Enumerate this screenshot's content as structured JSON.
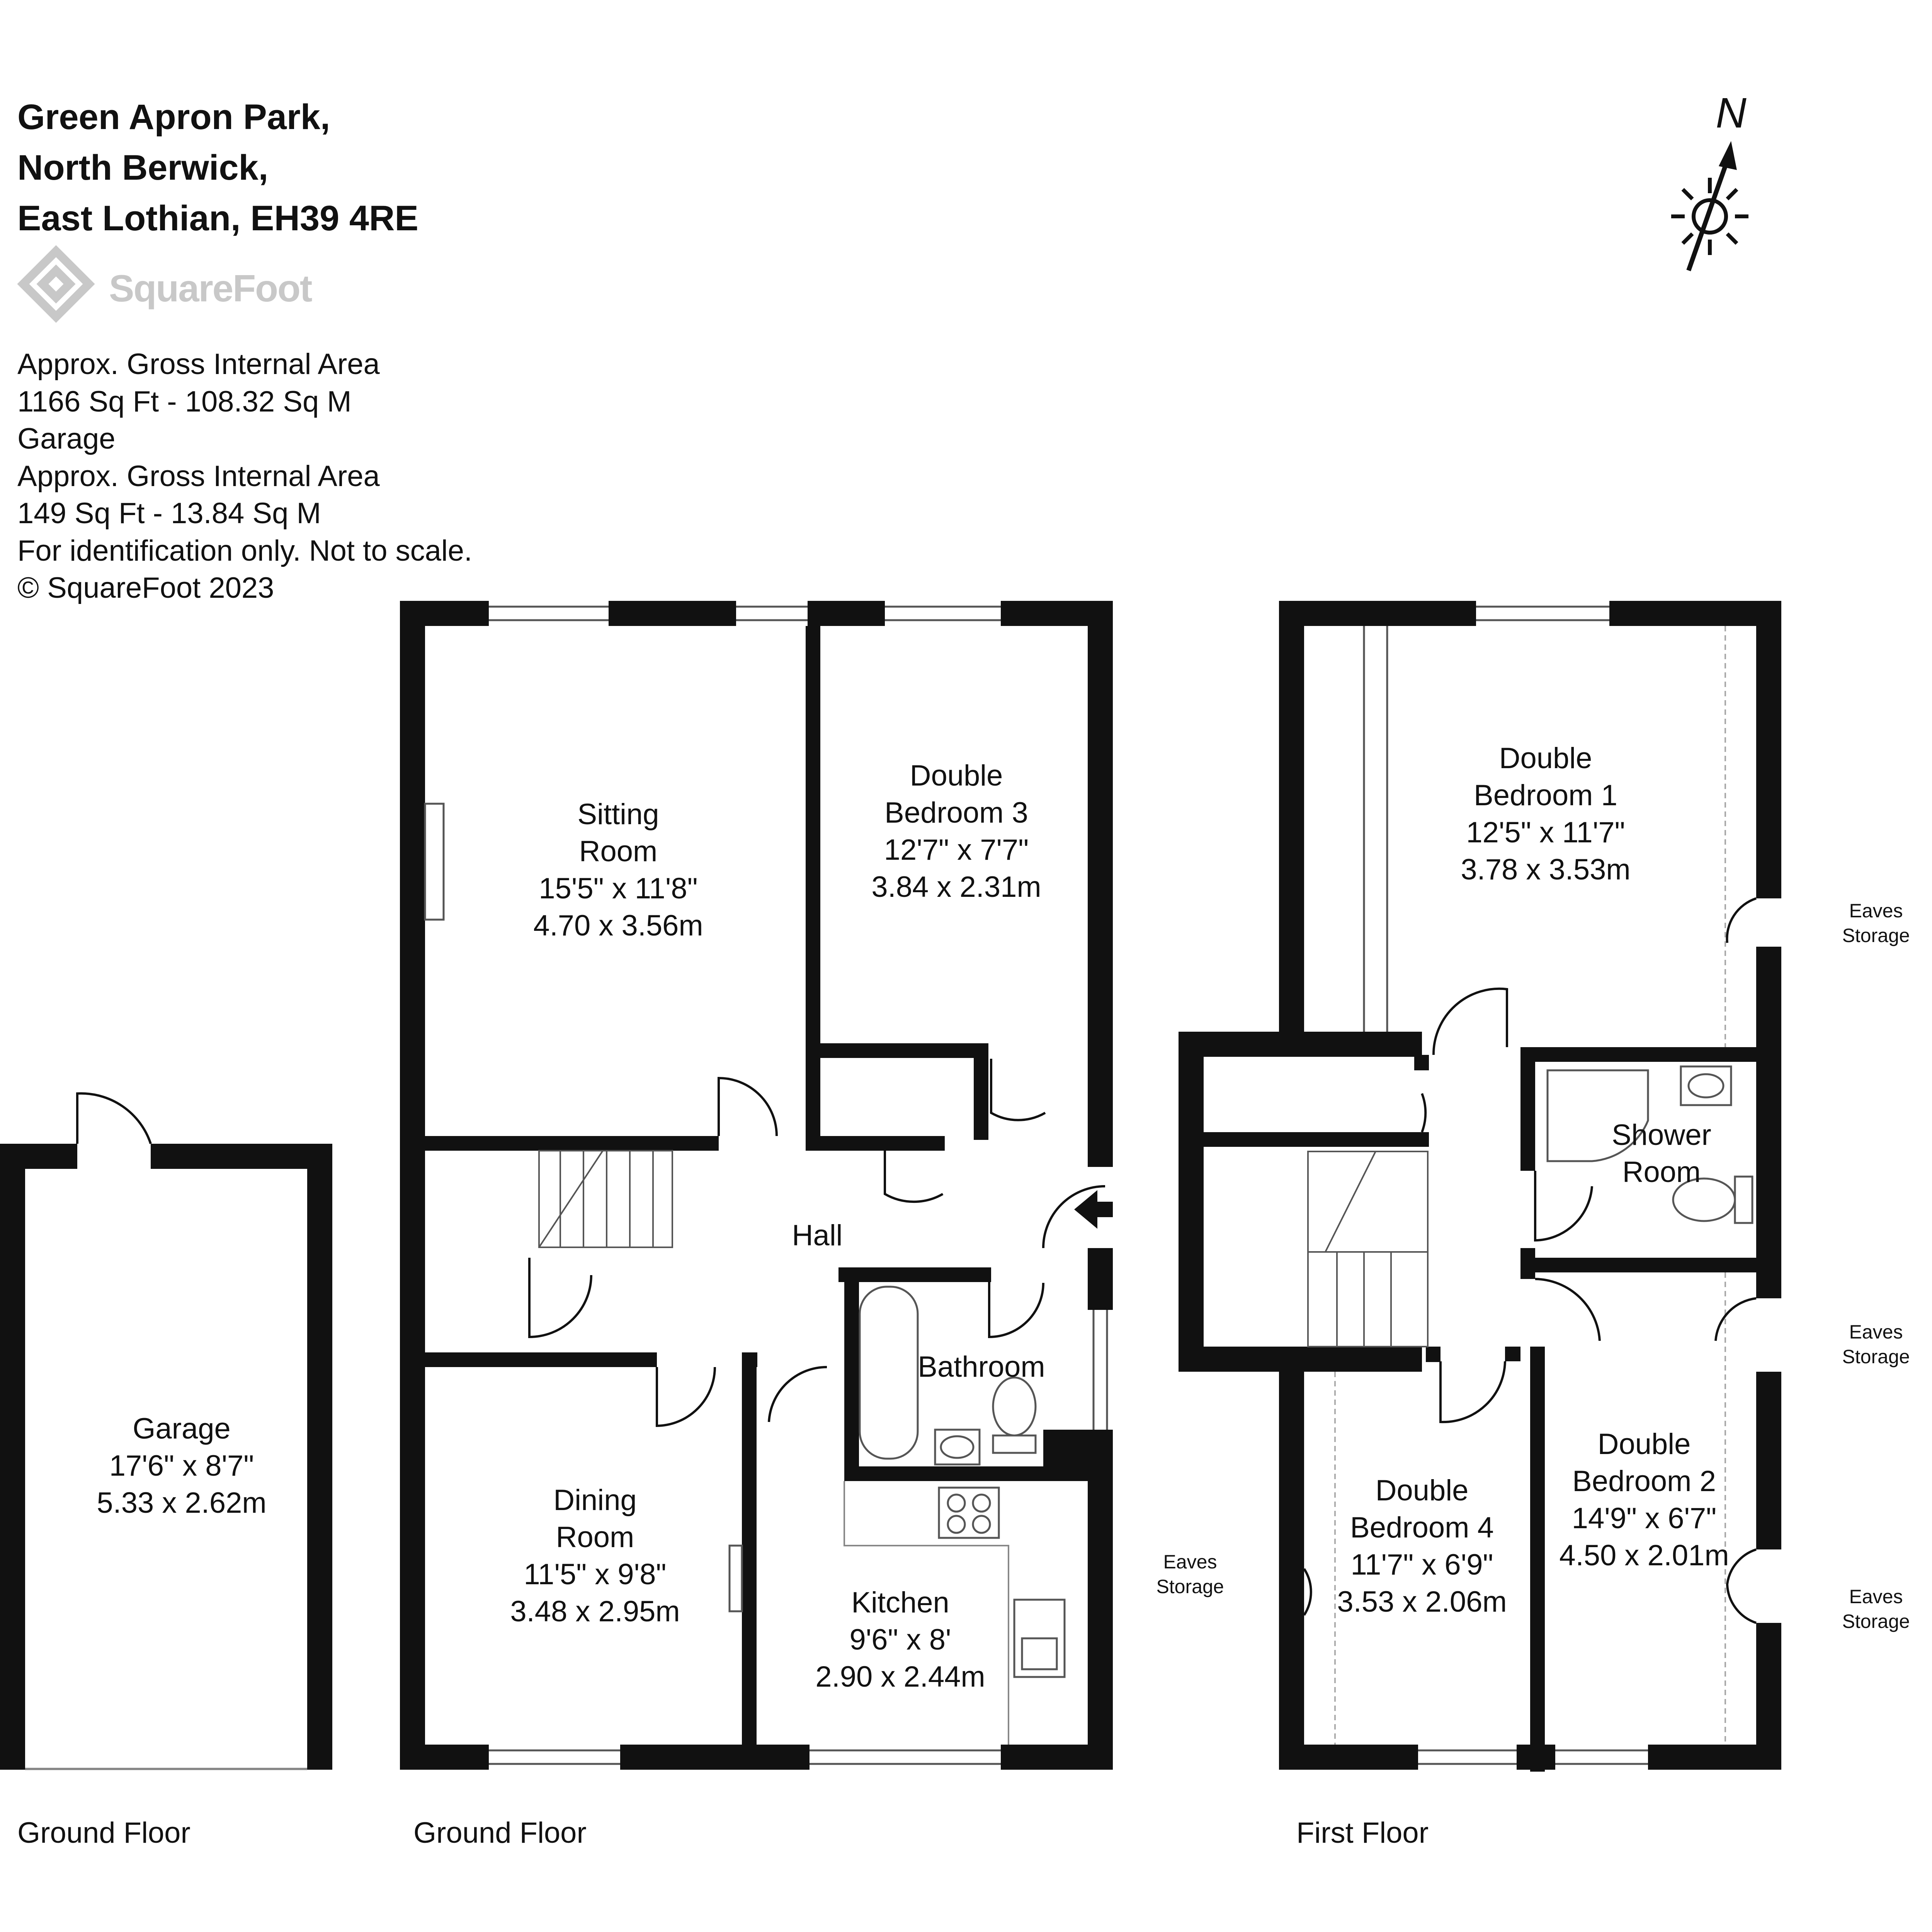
{
  "address": {
    "line1": "Green Apron Park,",
    "line2": "North Berwick,",
    "line3": "East Lothian, EH39 4RE"
  },
  "logo": {
    "text": "SquareFoot"
  },
  "compass": {
    "north_label": "N"
  },
  "area_info": {
    "line1": "Approx. Gross Internal Area",
    "line2": "1166 Sq Ft  -  108.32 Sq M",
    "line3": "Garage",
    "line4": "Approx. Gross Internal Area",
    "line5": "149 Sq Ft  -  13.84 Sq M",
    "line6": "For identification only. Not to scale.",
    "line7": "© SquareFoot 2023"
  },
  "rooms": {
    "garage": {
      "name": "Garage",
      "imperial": "17'6\" x 8'7\"",
      "metric": "5.33 x 2.62m"
    },
    "sitting": {
      "name1": "Sitting",
      "name2": "Room",
      "imperial": "15'5\" x 11'8\"",
      "metric": "4.70 x 3.56m"
    },
    "bed3": {
      "name1": "Double",
      "name2": "Bedroom 3",
      "imperial": "12'7\" x 7'7\"",
      "metric": "3.84 x 2.31m"
    },
    "hall": {
      "name": "Hall"
    },
    "bathroom": {
      "name": "Bathroom"
    },
    "dining": {
      "name1": "Dining",
      "name2": "Room",
      "imperial": "11'5\" x 9'8\"",
      "metric": "3.48 x 2.95m"
    },
    "kitchen": {
      "name": "Kitchen",
      "imperial": "9'6\" x 8'",
      "metric": "2.90 x 2.44m"
    },
    "bed1": {
      "name1": "Double",
      "name2": "Bedroom 1",
      "imperial": "12'5\" x 11'7\"",
      "metric": "3.78 x 3.53m"
    },
    "shower": {
      "name1": "Shower",
      "name2": "Room"
    },
    "bed4": {
      "name1": "Double",
      "name2": "Bedroom 4",
      "imperial": "11'7\" x 6'9\"",
      "metric": "3.53 x 2.06m"
    },
    "bed2": {
      "name1": "Double",
      "name2": "Bedroom 2",
      "imperial": "14'9\" x 6'7\"",
      "metric": "4.50 x 2.01m"
    }
  },
  "eaves": {
    "a": {
      "line1": "Eaves",
      "line2": "Storage"
    },
    "b": {
      "line1": "Eaves",
      "line2": "Storage"
    },
    "c": {
      "line1": "Eaves",
      "line2": "Storage"
    },
    "d": {
      "line1": "Eaves",
      "line2": "Storage"
    }
  },
  "floors": {
    "garage": "Ground Floor",
    "ground": "Ground Floor",
    "first": "First Floor"
  }
}
